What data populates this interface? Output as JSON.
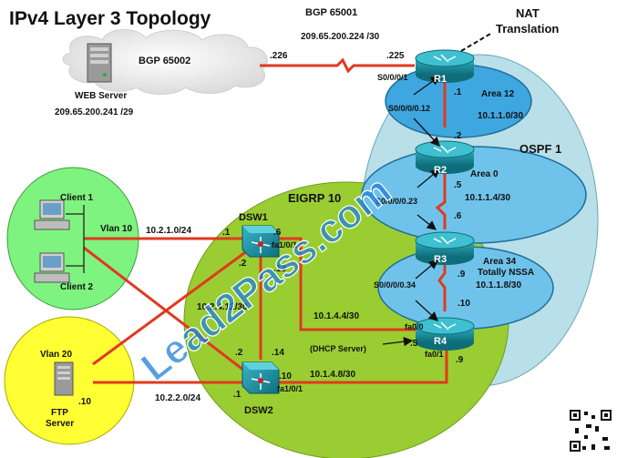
{
  "title": "IPv4 Layer 3 Topology",
  "watermark": "Lead2Pass.com",
  "colors": {
    "link": "#e03a1e",
    "eigrp_area": "#9acd32",
    "ospf_area": "#b9dfe8",
    "area_fill": "#6fc3ea",
    "router": "#1a8a9a",
    "clients_area": "#7ff37f",
    "vlan20_area": "#ffff33",
    "watermark": "#1e7fd8"
  },
  "labels": {
    "bgp_65001": "BGP 65001",
    "bgp_65002": "BGP 65002",
    "bgp_link_net": "209.65.200.224 /30",
    "bgp_left_ip": ".226",
    "bgp_right_ip": ".225",
    "nat": "NAT",
    "translation": "Translation",
    "web_server": "WEB Server",
    "web_net": "209.65.200.241 /29",
    "s0001": "S0/0/0/1",
    "r1": "R1",
    "r2": "R2",
    "r3": "R3",
    "r4": "R4",
    "r1_ip": ".1",
    "r2_ip_up": ".2",
    "r2_ip_down": ".5",
    "r3_ip_up": ".6",
    "r3_ip_down": ".9",
    "r4_ip_up": ".10",
    "area12": "Area 12",
    "area12_net": "10.1.1.0/30",
    "area0": "Area 0",
    "area0_net": "10.1.1.4/30",
    "area34_1": "Area 34",
    "area34_2": "Totally NSSA",
    "area34_net": "10.1.1.8/30",
    "s0_12": "S0/0/0/0.12",
    "s0_23": "S0/0/0/0.23",
    "s0_34": "S0/0/0/0.34",
    "ospf1": "OSPF 1",
    "eigrp10": "EIGRP 10",
    "dsw1": "DSW1",
    "dsw2": "DSW2",
    "client1": "Client 1",
    "client2": "Client 2",
    "vlan10": "Vlan 10",
    "vlan20": "Vlan 20",
    "ftp": "FTP",
    "server": "Server",
    "net_vlan10": "10.2.1.0/24",
    "net_vlan20": "10.2.2.0/24",
    "net_dsw": "10.2.4.12/30",
    "net_144": "10.1.4.4/30",
    "net_148": "10.1.4.8/30",
    "dsw1_dot1": ".1",
    "dsw1_dot6": ".6",
    "dsw1_fa101": "fa1/0/1",
    "dsw1_dot2": ".2",
    "dsw1_dot13": ".13",
    "dsw2_dot2": ".2",
    "dsw2_dot14": ".14",
    "dsw2_dot10": ".10",
    "dsw2_fa101": "fa1/0/1",
    "dsw2_dot1": ".1",
    "ftp_dot10": ".10",
    "r4_fa00": "fa0/0",
    "r4_fa01": "fa0/1",
    "r4_dot5": ".5",
    "r4_dot9": ".9",
    "dhcp": "(DHCP Server)"
  }
}
